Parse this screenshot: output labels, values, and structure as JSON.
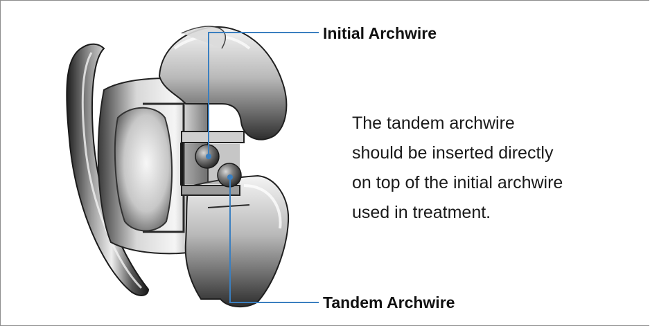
{
  "labels": {
    "initial": "Initial Archwire",
    "tandem": "Tandem Archwire"
  },
  "caption": {
    "lines": [
      "The tandem archwire",
      "should be inserted directly",
      "on top of the initial archwire",
      "used in treatment."
    ]
  },
  "colors": {
    "leader_line": "#3a7fc0",
    "border": "#8c8c8c",
    "metal_dark": "#2a2a2a",
    "metal_light": "#e9e9e9"
  }
}
